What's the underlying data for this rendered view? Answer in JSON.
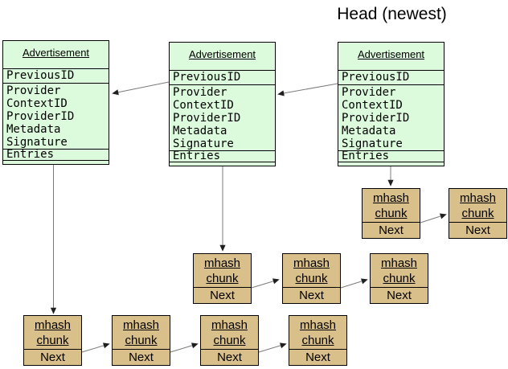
{
  "title": "Head (newest)",
  "advertisements": [
    {
      "title": "Advertisement",
      "fields": [
        "PreviousID",
        "Provider",
        "ContextID",
        "ProviderID",
        "Metadata",
        "Signature",
        "Entries"
      ]
    },
    {
      "title": "Advertisement",
      "fields": [
        "PreviousID",
        "Provider",
        "ContextID",
        "ProviderID",
        "Metadata",
        "Signature",
        "Entries"
      ]
    },
    {
      "title": "Advertisement",
      "fields": [
        "PreviousID",
        "Provider",
        "ContextID",
        "ProviderID",
        "Metadata",
        "Signature",
        "Entries"
      ]
    }
  ],
  "chunk": {
    "line1": "mhash",
    "line2": "chunk",
    "next": "Next"
  },
  "colors": {
    "ad_fill": "#dcfadc",
    "chunk_fill": "#d9bf8a",
    "border": "#000000",
    "arrow_line": "#7b7b7b",
    "arrow_head": "#1f1f1f",
    "text": "#000000"
  }
}
